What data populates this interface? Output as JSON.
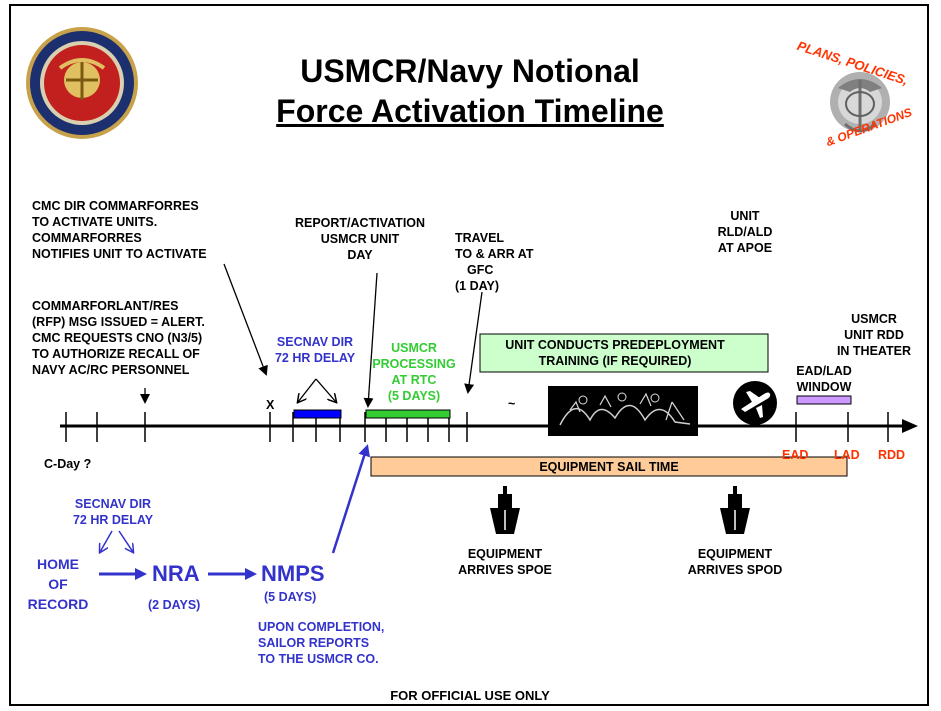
{
  "title": {
    "line1": "USMCR/Navy Notional",
    "line2": "Force Activation Timeline"
  },
  "logos": {
    "left_seal": "navy-seal-icon",
    "right_emblem": {
      "icon": "eagle-globe-anchor-icon",
      "text_top": "PLANS, POLICIES,",
      "text_bottom": "& OPERATIONS"
    }
  },
  "annotations": {
    "cmc_dir": [
      "CMC DIR COMMARFORRES",
      "TO ACTIVATE UNITS.",
      "COMMARFORRES",
      "NOTIFIES UNIT TO ACTIVATE"
    ],
    "commarforlant": [
      "COMMARFORLANT/RES",
      "(RFP) MSG ISSUED = ALERT.",
      "CMC REQUESTS CNO (N3/5)",
      "TO AUTHORIZE RECALL OF",
      "NAVY AC/RC PERSONNEL"
    ],
    "report_activation": [
      "REPORT/ACTIVATION",
      "USMCR UNIT",
      "DAY"
    ],
    "travel": [
      "TRAVEL",
      "TO & ARR AT",
      "GFC",
      "(1 DAY)"
    ],
    "unit_rld": [
      "UNIT",
      "RLD/ALD",
      "AT APOE"
    ],
    "usmcr_rdd": [
      "USMCR",
      "UNIT RDD",
      "IN THEATER"
    ],
    "secnav_dir_top": [
      "SECNAV DIR",
      "72 HR DELAY"
    ],
    "usmcr_processing": [
      "USMCR",
      "PROCESSING",
      "AT RTC",
      "(5 DAYS)"
    ],
    "predeployment": [
      "UNIT CONDUCTS PREDEPLOYMENT",
      "TRAINING (IF REQUIRED)"
    ],
    "ead_lad_window": [
      "EAD/LAD",
      "WINDOW"
    ],
    "x_mark": "X",
    "tilde": "~",
    "c_day": "C-Day ?",
    "ead": "EAD",
    "lad": "LAD",
    "rdd": "RDD",
    "equipment_sail_time": "EQUIPMENT SAIL TIME",
    "equip_spoe": [
      "EQUIPMENT",
      "ARRIVES SPOE"
    ],
    "equip_spod": [
      "EQUIPMENT",
      "ARRIVES SPOD"
    ],
    "secnav_dir_bottom": [
      "SECNAV DIR",
      "72 HR DELAY"
    ],
    "home_of_record": [
      "HOME",
      "OF",
      "RECORD"
    ],
    "nra": "NRA",
    "nra_days": "(2 DAYS)",
    "nmps": "NMPS",
    "nmps_days": "(5 DAYS)",
    "upon_completion": [
      "UPON COMPLETION,",
      "SAILOR REPORTS",
      "TO THE USMCR CO."
    ],
    "footer": "FOR OFFICIAL USE ONLY"
  },
  "colors": {
    "secnav_bar": "#0000ff",
    "processing_bar": "#33cc33",
    "predeployment_box": "#ccffcc",
    "ead_lad_bar": "#cc99ff",
    "sail_time_bar": "#ffcc99",
    "flow_blue": "#3333cc",
    "red_labels": "#ff3300"
  },
  "icons": {
    "training_image": "soldiers-training-icon",
    "airplane": "airplane-icon",
    "ship_spoe": "ship-icon",
    "ship_spod": "ship-icon"
  }
}
